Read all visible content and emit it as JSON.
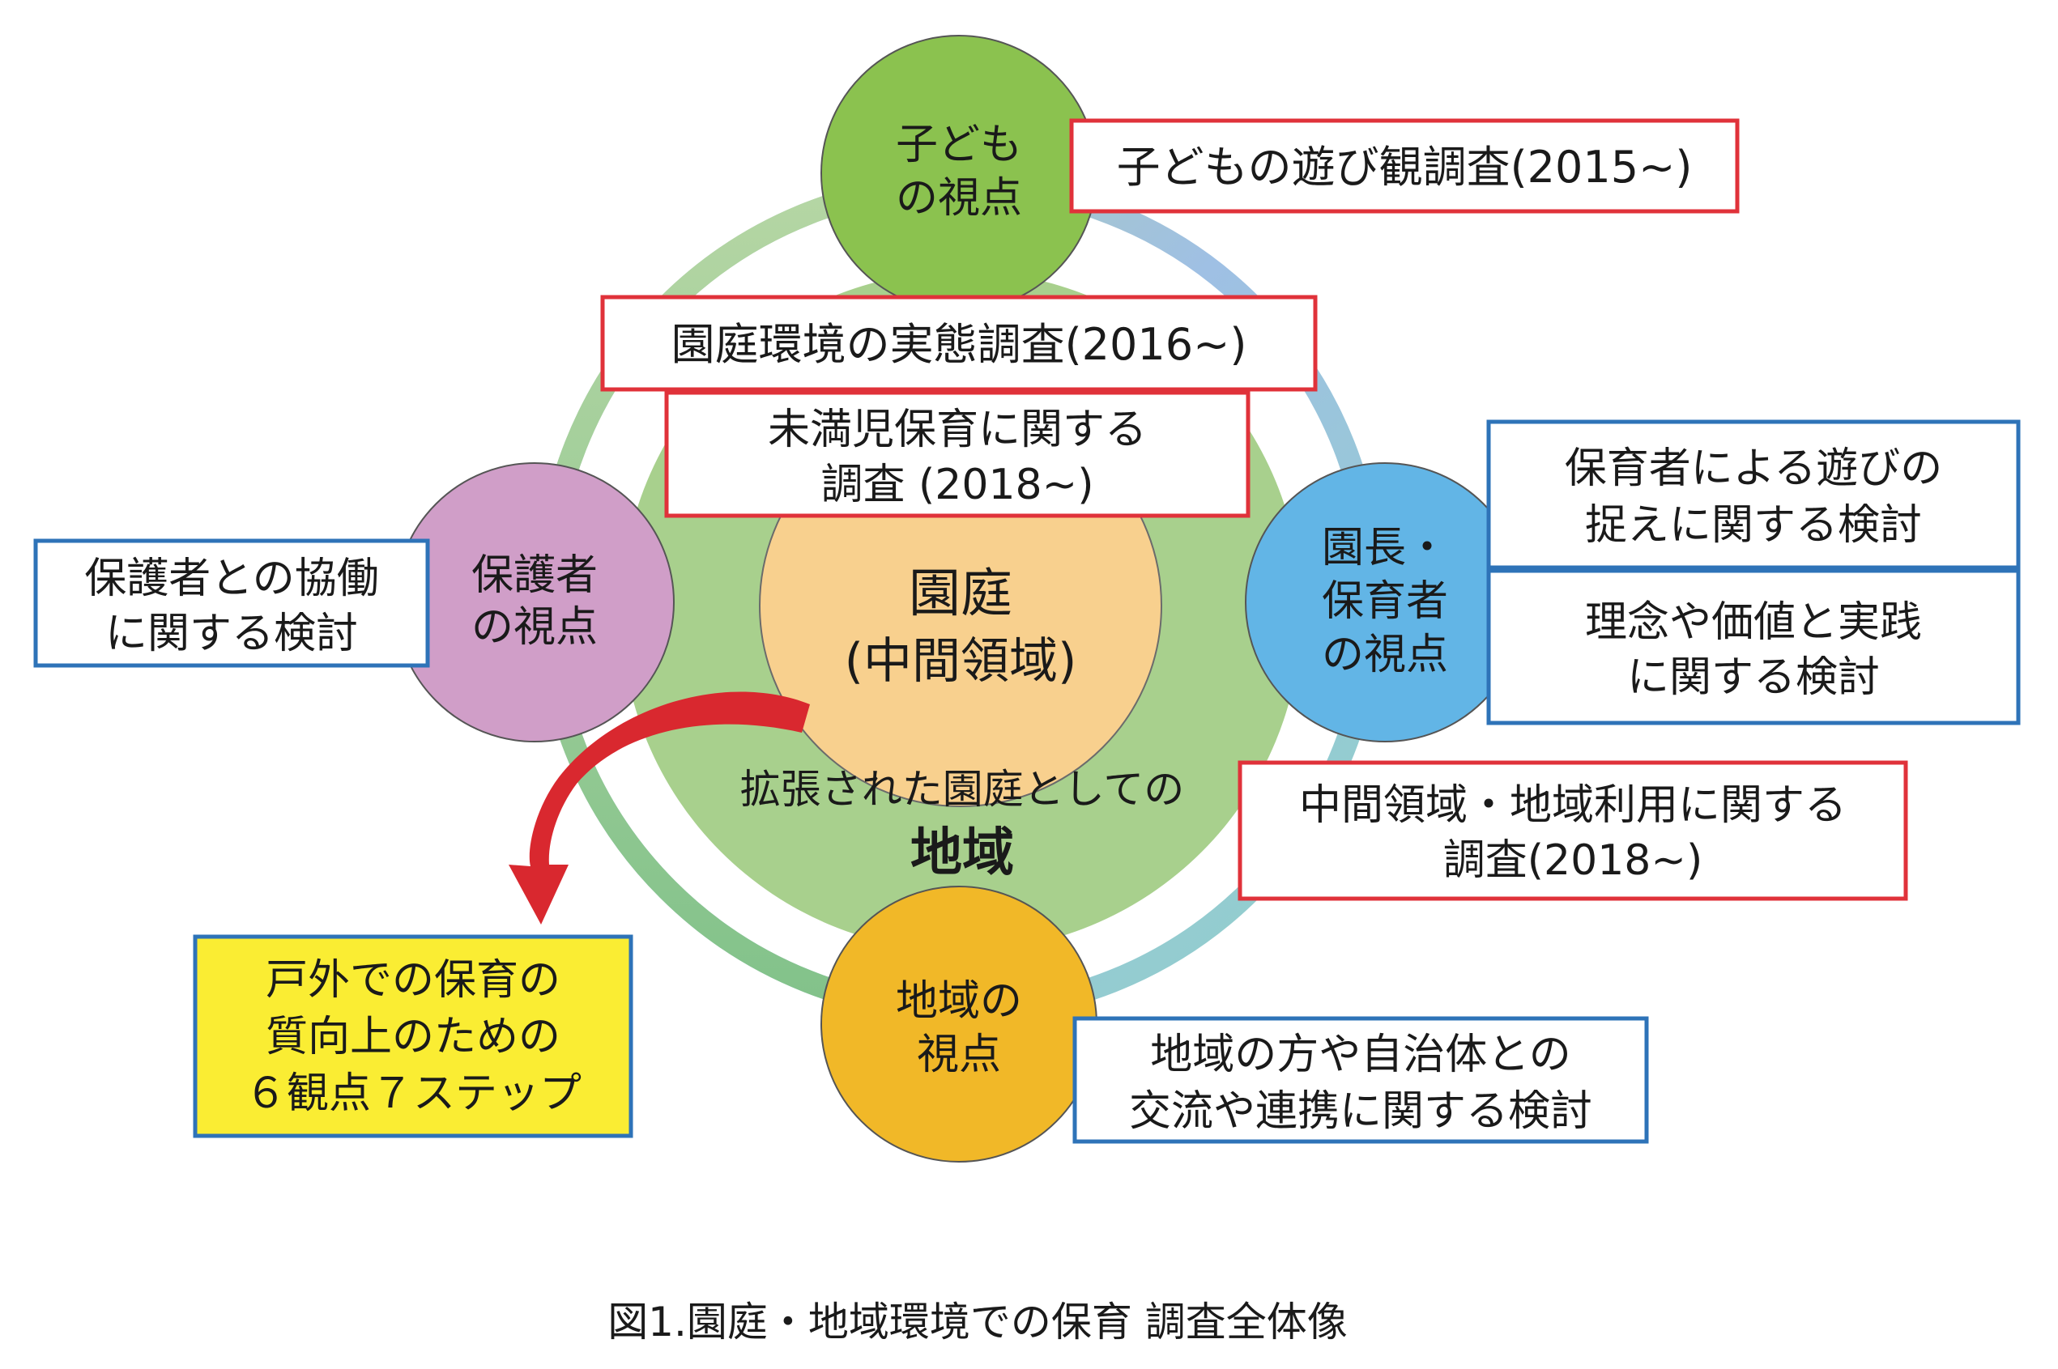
{
  "colors": {
    "ring_green": "#8cc07a",
    "ring_blue": "#9bb9e2",
    "ring_teal": "#8fd1c8",
    "region_green": "#a8d08d",
    "center_fill": "#f8d08e",
    "child_green": "#8bc24f",
    "guardian_pink": "#d09ec8",
    "staff_blue": "#62b5e6",
    "community_orange": "#f1b828",
    "red_border": "#e0323a",
    "blue_border": "#2e73b8",
    "yellow_fill": "#faed33",
    "arrow_red": "#d9282f"
  },
  "center": {
    "line1": "園庭",
    "line2": "(中間領域)"
  },
  "region": {
    "line1": "拡張された園庭としての",
    "line2": "地域"
  },
  "perspectives": {
    "child": {
      "line1": "子ども",
      "line2": "の視点"
    },
    "guardian": {
      "line1": "保護者",
      "line2": "の視点"
    },
    "staff": {
      "line1": "園長・",
      "line2": "保育者",
      "line3": "の視点"
    },
    "community": {
      "line1": "地域の",
      "line2": "視点"
    }
  },
  "surveys": {
    "child_play": "子どもの遊び観調査(2015~)",
    "garden_env": "園庭環境の実態調査(2016~)",
    "under3": {
      "line1": "未満児保育に関する",
      "line2": "調査 (2018~)"
    },
    "intermediate": {
      "line1": "中間領域・地域利用に関する",
      "line2": "調査(2018~)"
    }
  },
  "studies": {
    "guardian_collab": {
      "line1": "保護者との協働",
      "line2": "に関する検討"
    },
    "staff_play": {
      "line1": "保育者による遊びの",
      "line2": "捉えに関する検討"
    },
    "philosophy": {
      "line1": "理念や価値と実践",
      "line2": "に関する検討"
    },
    "community_exchange": {
      "line1": "地域の方や自治体との",
      "line2": "交流や連携に関する検討"
    }
  },
  "outcome": {
    "line1": "戸外での保育の",
    "line2": "質向上のための",
    "line3": "６観点７ステップ"
  },
  "caption": "図1.園庭・地域環境での保育 調査全体像"
}
